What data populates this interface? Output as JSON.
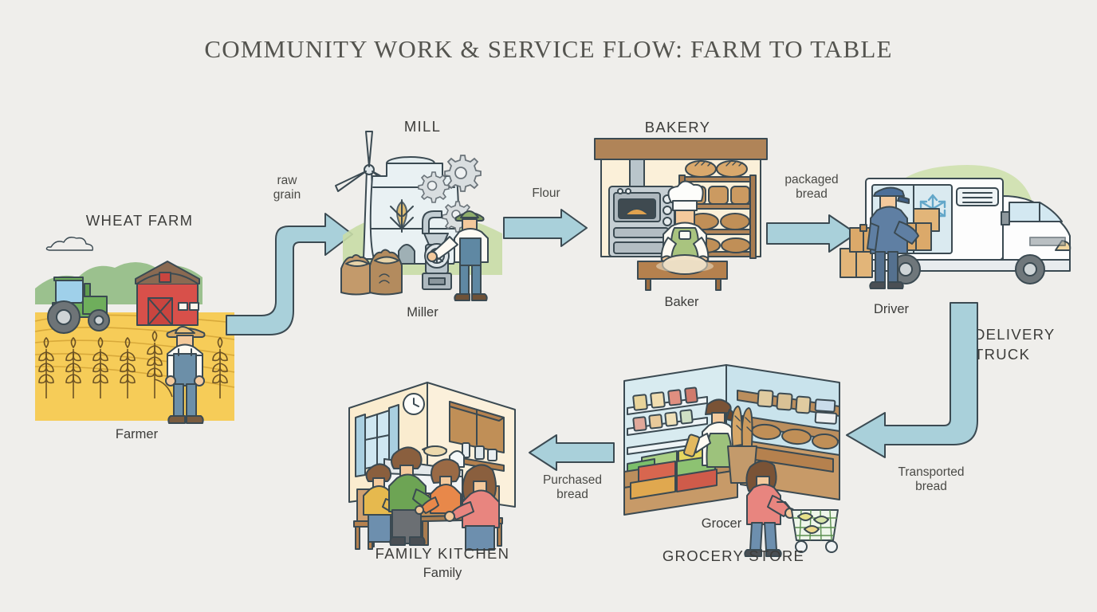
{
  "page": {
    "title": "COMMUNITY WORK & SERVICE FLOW: FARM TO TABLE",
    "background_color": "#efeeeb",
    "arrow_color": "#a9d0da",
    "outline_color": "#3b4a52"
  },
  "nodes": [
    {
      "id": "wheat-farm",
      "title": "WHEAT FARM",
      "role": "Farmer",
      "icons": [
        "tractor-icon",
        "barn-icon",
        "wheat-field-icon",
        "farmer-icon",
        "cloud-icon"
      ]
    },
    {
      "id": "mill",
      "title": "MILL",
      "role": "Miller",
      "icons": [
        "windmill-icon",
        "silo-icon",
        "gear-icon",
        "grain-sack-icon",
        "miller-icon"
      ]
    },
    {
      "id": "bakery",
      "title": "BAKERY",
      "role": "Baker",
      "icons": [
        "oven-icon",
        "bread-shelf-icon",
        "baker-icon",
        "dough-table-icon"
      ]
    },
    {
      "id": "delivery-truck",
      "title": "DELIVERY TRUCK",
      "role": "Driver",
      "icons": [
        "truck-icon",
        "snowflake-icon",
        "box-icon",
        "driver-icon"
      ]
    },
    {
      "id": "grocery-store",
      "title": "GROCERY STORE",
      "role": "Grocer",
      "icons": [
        "produce-shelf-icon",
        "grocer-icon",
        "shopper-icon",
        "shopping-cart-icon",
        "bread-rack-icon"
      ]
    },
    {
      "id": "family-kitchen",
      "title": "FAMILY KITCHEN",
      "role": "Family",
      "icons": [
        "kitchen-icon",
        "dining-table-icon",
        "clock-icon",
        "window-icon",
        "cupboard-icon"
      ]
    }
  ],
  "flows": [
    {
      "id": "farm-to-mill",
      "label": "raw\ngrain",
      "from": "wheat-farm",
      "to": "mill",
      "direction": "right"
    },
    {
      "id": "mill-to-bakery",
      "label": "Flour",
      "from": "mill",
      "to": "bakery",
      "direction": "right"
    },
    {
      "id": "bakery-to-truck",
      "label": "packaged\nbread",
      "from": "bakery",
      "to": "delivery-truck",
      "direction": "right"
    },
    {
      "id": "truck-to-grocery",
      "label": "Transported\nbread",
      "from": "delivery-truck",
      "to": "grocery-store",
      "direction": "down-left"
    },
    {
      "id": "grocery-to-family",
      "label": "Purchased\nbread",
      "from": "grocery-store",
      "to": "family-kitchen",
      "direction": "left"
    }
  ]
}
